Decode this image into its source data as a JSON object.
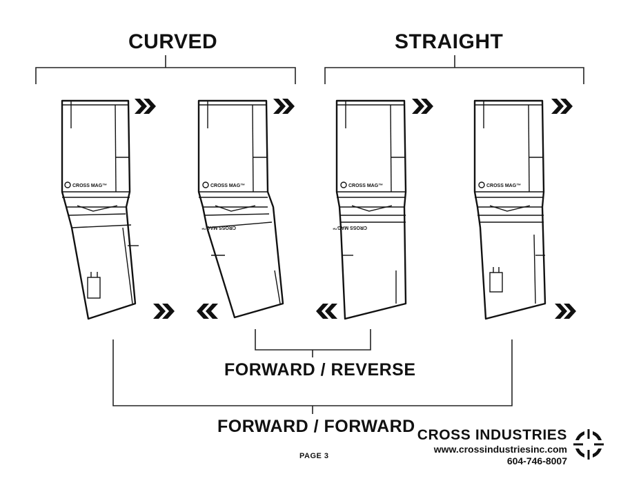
{
  "headers": {
    "curved": "CURVED",
    "straight": "STRAIGHT"
  },
  "labels": {
    "forward_reverse": "FORWARD / REVERSE",
    "forward_forward": "FORWARD / FORWARD"
  },
  "magazine": {
    "brand_label": "CROSS MAG™",
    "count": 4,
    "icon": "cross-crosshair-logo-icon",
    "arrow_icon": "double-chevron-icon"
  },
  "page": {
    "number_label": "PAGE 3"
  },
  "company": {
    "name": "CROSS INDUSTRIES",
    "website": "www.crossindustriesinc.com",
    "phone": "604-746-8007",
    "logo_icon": "crosshair-logo-icon"
  },
  "colors": {
    "line": "#111111",
    "background": "#ffffff"
  }
}
